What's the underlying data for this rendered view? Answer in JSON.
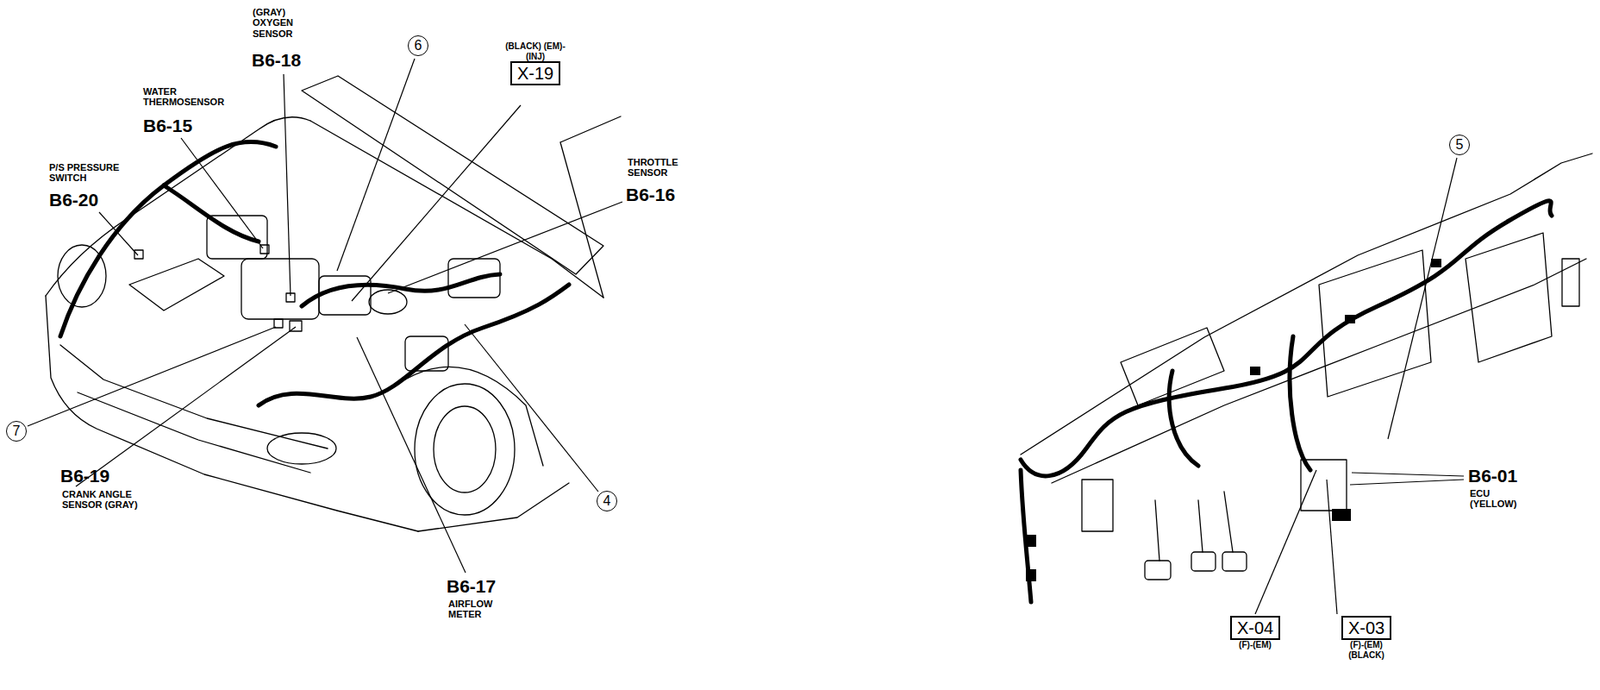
{
  "diagram": {
    "nodes": [
      {
        "text": [
          "6"
        ]
      },
      {
        "text": [
          "(BLACK) (EM)-(INJ)",
          "X-19"
        ]
      },
      {
        "text": [
          "7"
        ]
      },
      {
        "text": [
          "4"
        ]
      },
      {
        "text": [
          "5"
        ]
      },
      {
        "text": [
          "X-04",
          "(F)-(EM)"
        ]
      },
      {
        "text": [
          "X-03",
          "(F)-(EM) (BLACK)"
        ]
      }
    ],
    "labels": [
      "(GRAY) OXYGEN SENSOR",
      "B6-18",
      "WATER THERMOSENSOR",
      "B6-15",
      "P/S PRESSURE SWITCH",
      "B6-20",
      "THROTTLE SENSOR",
      "B6-16",
      "B6-19",
      "CRANK ANGLE SENSOR (GRAY)",
      "B6-17",
      "AIRFLOW METER",
      "B6-01",
      "ECU (YELLOW)"
    ]
  }
}
